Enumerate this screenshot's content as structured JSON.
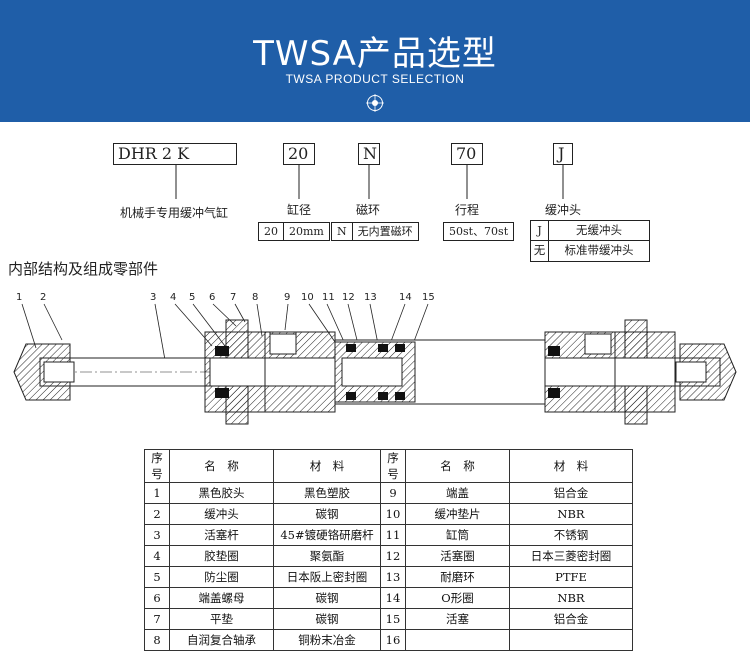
{
  "header": {
    "title": "TWSA产品选型",
    "subtitle": "TWSA PRODUCT SELECTION",
    "bg_color": "#1f5ea8"
  },
  "selection": {
    "codes": {
      "model": "DHR  2  K",
      "bore": "20",
      "magnet": "N",
      "stroke": "70",
      "cushion": "J"
    },
    "labels": {
      "model": "机械手专用缓冲气缸",
      "bore": "缸径",
      "magnet": "磁环",
      "stroke": "行程",
      "cushion": "缓冲头"
    },
    "options": {
      "bore": [
        "20",
        "20mm"
      ],
      "magnet": [
        "N",
        "无内置磁环"
      ],
      "stroke": [
        "50st、70st"
      ],
      "cushion": [
        [
          "J",
          "无缓冲头"
        ],
        [
          "无",
          "标准带缓冲头"
        ]
      ]
    }
  },
  "structure_title": "内部结构及组成零部件",
  "callouts": [
    "1",
    "2",
    "3",
    "4",
    "5",
    "6",
    "7",
    "8",
    "9",
    "10",
    "11",
    "12",
    "13",
    "14",
    "15"
  ],
  "table": {
    "headers": [
      "序号",
      "名　称",
      "材　料",
      "序号",
      "名　称",
      "材　料"
    ],
    "rows": [
      [
        "1",
        "黑色胶头",
        "黑色塑胶",
        "9",
        "端盖",
        "铝合金"
      ],
      [
        "2",
        "缓冲头",
        "碳钢",
        "10",
        "缓冲垫片",
        "NBR"
      ],
      [
        "3",
        "活塞杆",
        "45#镀硬铬研磨杆",
        "11",
        "缸筒",
        "不锈钢"
      ],
      [
        "4",
        "胶垫圈",
        "聚氨酯",
        "12",
        "活塞圈",
        "日本三菱密封圈"
      ],
      [
        "5",
        "防尘圈",
        "日本阪上密封圈",
        "13",
        "耐磨环",
        "PTFE"
      ],
      [
        "6",
        "端盖螺母",
        "碳钢",
        "14",
        "O形圈",
        "NBR"
      ],
      [
        "7",
        "平垫",
        "碳钢",
        "15",
        "活塞",
        "铝合金"
      ],
      [
        "8",
        "自润复合轴承",
        "铜粉末冶金",
        "16",
        "",
        ""
      ]
    ]
  }
}
